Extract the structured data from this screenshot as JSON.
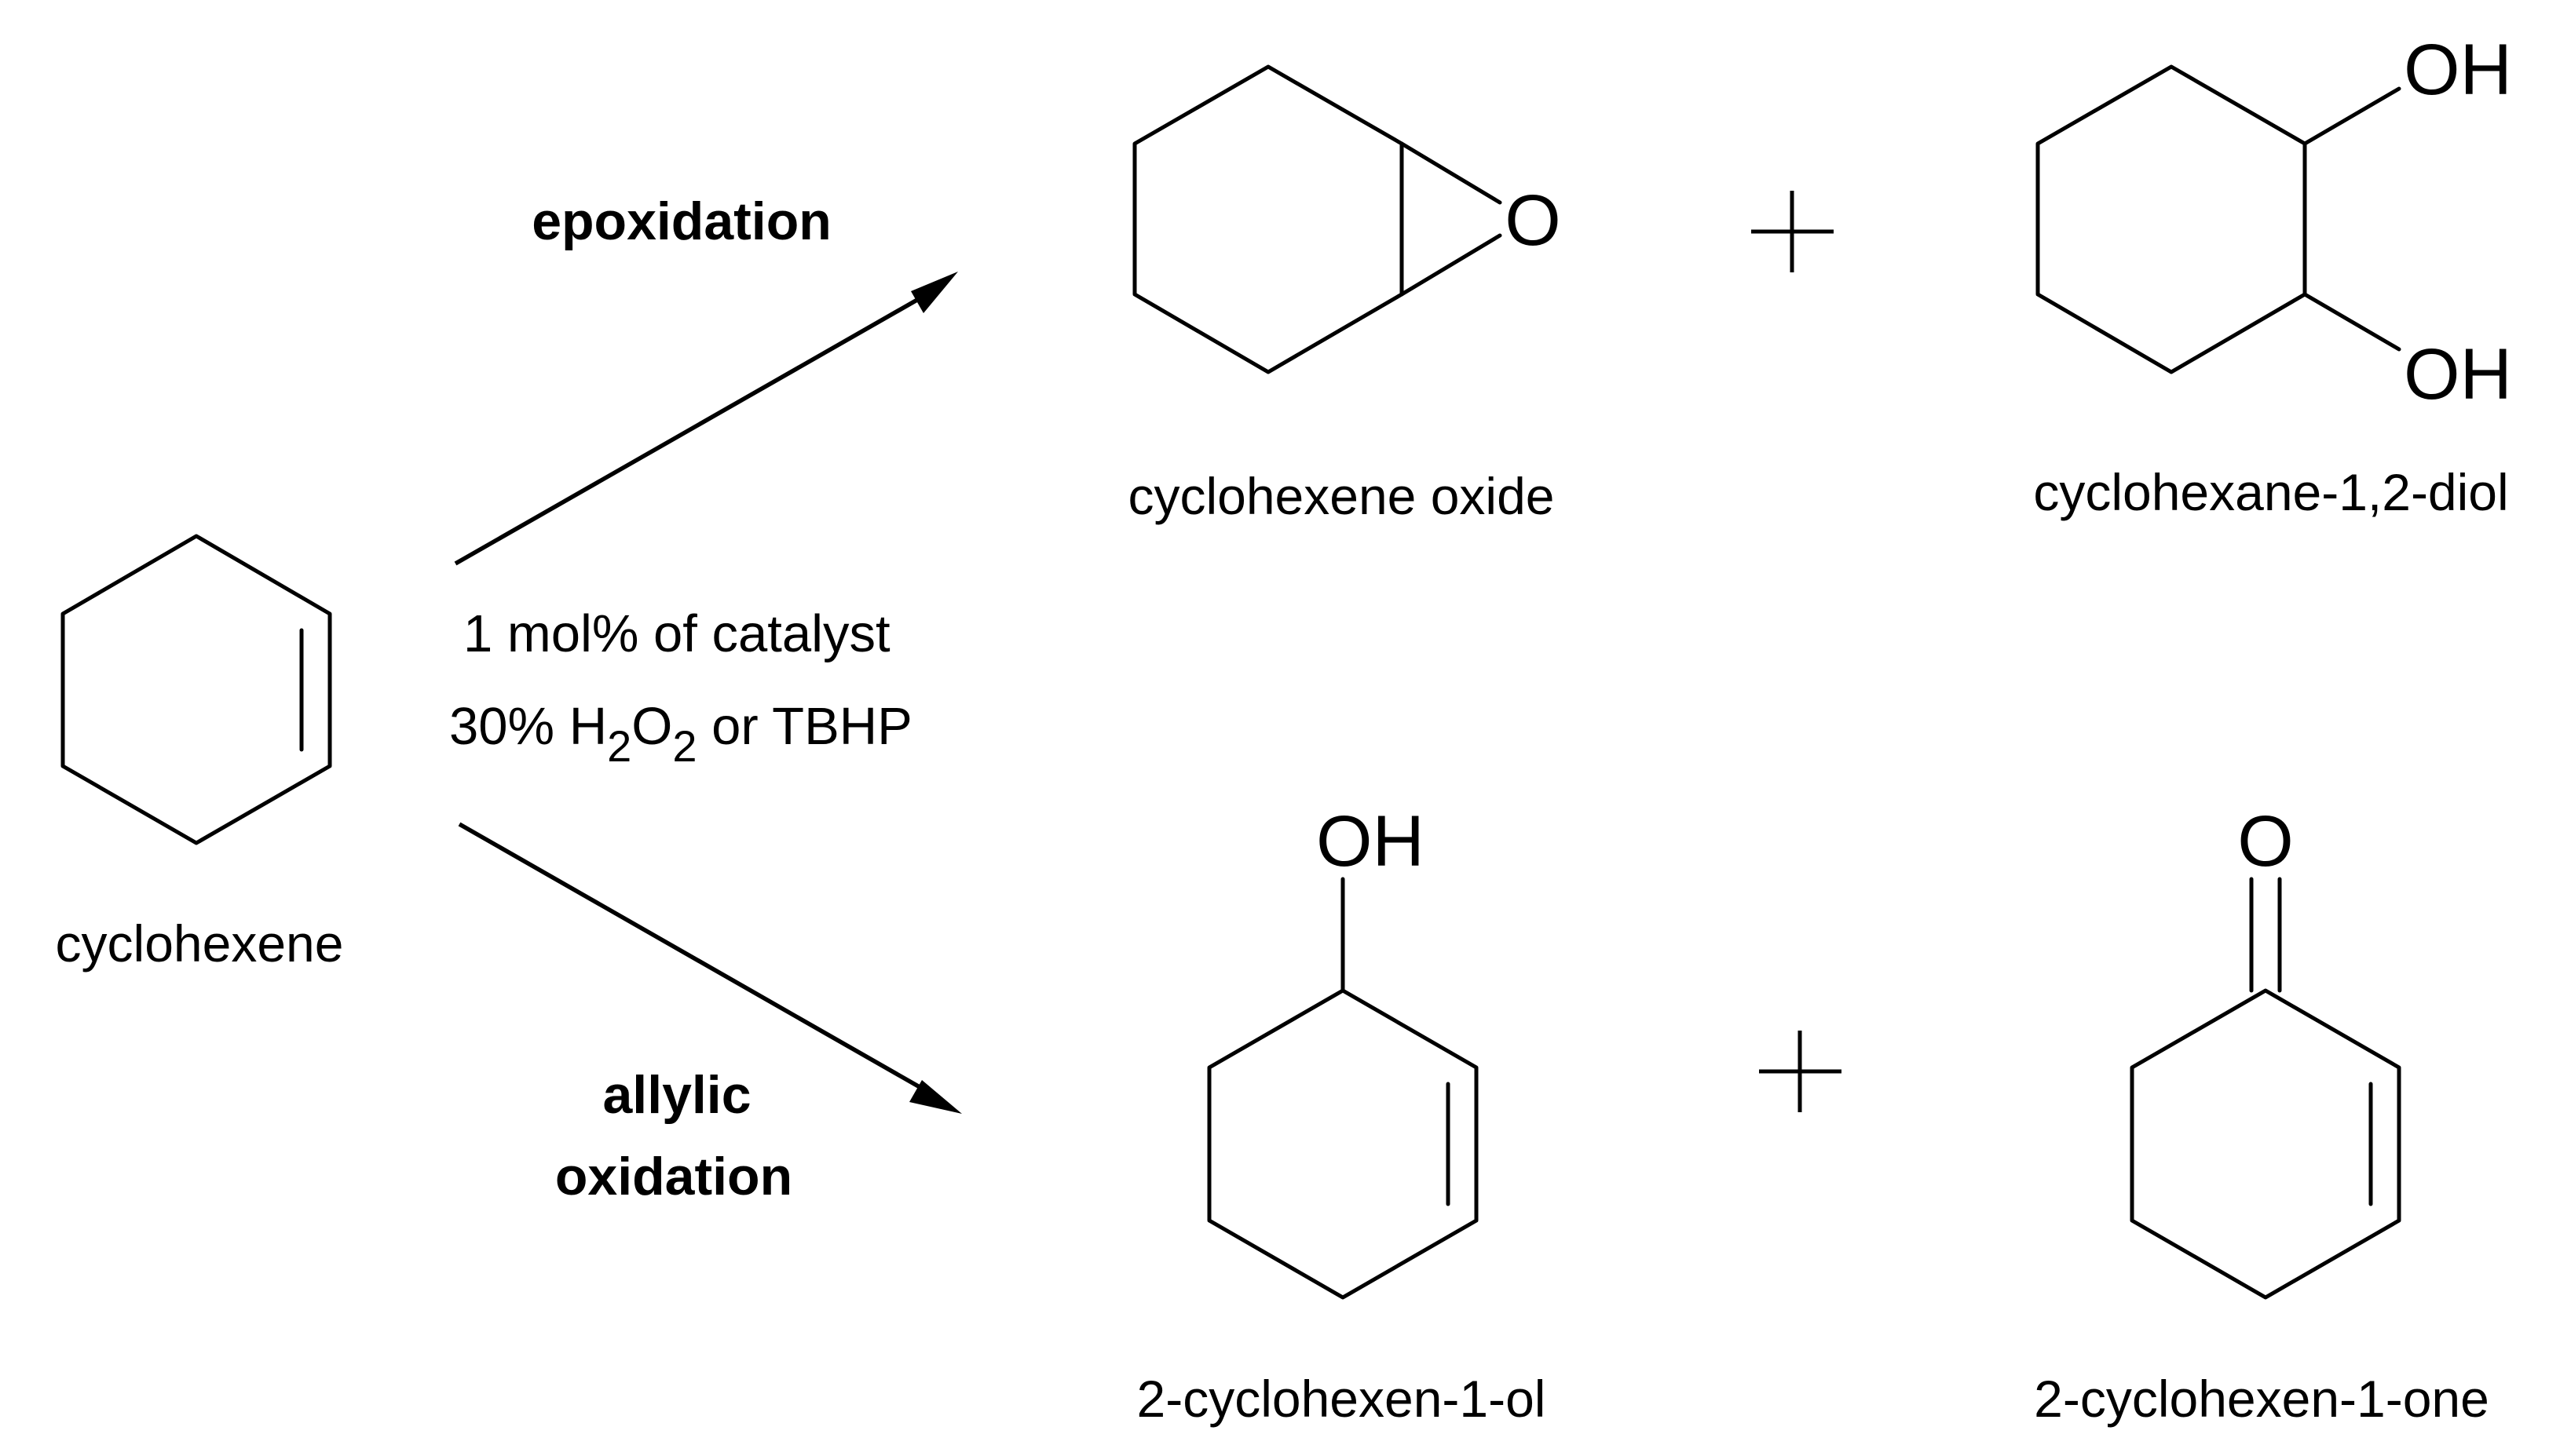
{
  "reactant": {
    "name": "cyclohexene"
  },
  "conditions": {
    "catalyst": "1 mol% of catalyst",
    "oxidant_prefix": "30% H",
    "oxidant_sub1": "2",
    "oxidant_o": "O",
    "oxidant_sub2": "2",
    "oxidant_suffix": " or TBHP"
  },
  "upper_path": {
    "label": "epoxidation",
    "products": [
      {
        "name": "cyclohexene oxide",
        "atom_labels": [
          "O"
        ]
      },
      {
        "name": "cyclohexane-1,2-diol",
        "atom_labels": [
          "OH",
          "OH"
        ]
      }
    ],
    "separator": "+"
  },
  "lower_path": {
    "label_line1": "allylic",
    "label_line2": "oxidation",
    "products": [
      {
        "name": "2-cyclohexen-1-ol",
        "atom_labels": [
          "OH"
        ]
      },
      {
        "name": "2-cyclohexen-1-one",
        "atom_labels": [
          "O"
        ]
      }
    ],
    "separator": "+"
  }
}
